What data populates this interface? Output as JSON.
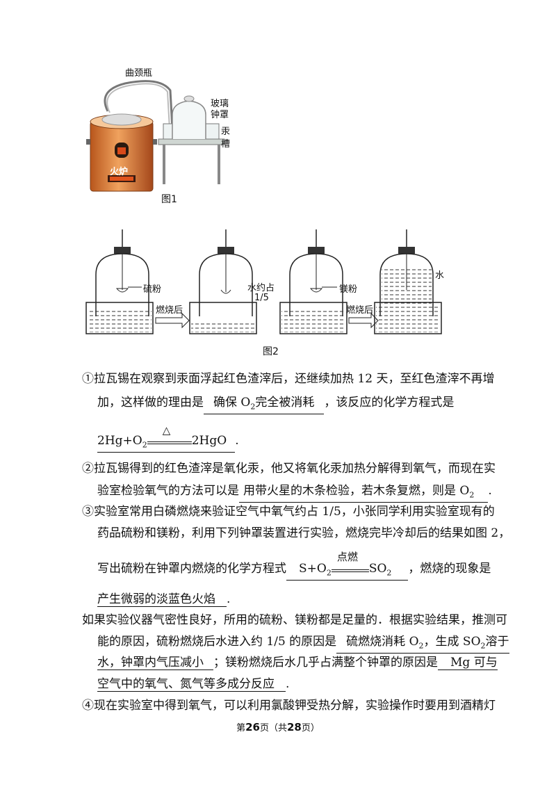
{
  "figure1": {
    "caption": "图1",
    "label_retort": "曲颈瓶",
    "label_bell_1": "玻璃",
    "label_bell_2": "钟罩",
    "label_trough_1": "汞",
    "label_trough_2": "槽",
    "label_furnace": "火炉"
  },
  "figure2": {
    "caption": "图2",
    "label_sulfur": "硫粉",
    "label_after_burn_1": "燃烧后",
    "label_water_fifth_1": "水约占",
    "label_water_fifth_2": "1/5",
    "label_mg": "镁粉",
    "label_after_burn_2": "燃烧后",
    "label_water": "水"
  },
  "q1": {
    "num": "①",
    "line1": "拉瓦锡在观察到汞面浮起红色渣滓后，还继续加热 12 天，至红色渣滓不再增",
    "line2_pre": "加，这样做的理由是",
    "line2_ans": "确保 O",
    "line2_ans_sub": "2",
    "line2_ans_post": "完全被消耗",
    "line2_post": "，该反应的化学方程式是",
    "eq_left": "2Hg+O",
    "eq_left_sub": "2",
    "eq_cond": "△",
    "eq_right": "2HgO",
    "eq_end": "."
  },
  "q2": {
    "num": "②",
    "line1": "拉瓦锡得到的红色渣滓是氧化汞，他又将氧化汞加热分解得到氧气，而现在实",
    "line2_pre": "验室检验氧气的方法可以是",
    "line2_ans": "用带火星的木条检验，若木条复燃，则是 O",
    "line2_ans_sub": "2",
    "line2_end": "."
  },
  "q3": {
    "num": "③",
    "line1": "实验室常用白磷燃烧来验证空气中氧气约占 1/5，小张同学利用实验室现有的",
    "line2": "药品硫粉和镁粉，利用下列钟罩装置进行实验，燃烧完毕冷却后的结果如图 2，",
    "line3_pre": "写出硫粉在钟罩内燃烧的化学方程式",
    "eq_left": "S+O",
    "eq_left_sub": "2",
    "eq_cond": "点燃",
    "eq_right": "SO",
    "eq_right_sub": "2",
    "line3_post": "，燃烧的现象是",
    "line4_ans": "产生微弱的淡蓝色火焰",
    "line4_end": "."
  },
  "q3b": {
    "line1": "如果实验仪器气密性良好，所用的硫粉、镁粉都是足量的．根据实验结果，推测可",
    "line2_pre": "能的原因，硫粉燃烧后水进入约 1/5 的原因是",
    "line2_ans_a": "硫燃烧消耗 O",
    "line2_ans_a_sub": "2",
    "line2_ans_b": "，生成 SO",
    "line2_ans_b_sub": "2",
    "line2_ans_c": "溶于",
    "line3_ans": "水，钟罩内气压减小",
    "line3_mid": "；镁粉燃烧后水几乎占满整个钟罩的原因是",
    "line3_ans2": "Mg 可与",
    "line4_ans": "空气中的氧气、氮气等多成分反应",
    "line4_end": "."
  },
  "q4": {
    "num": "④",
    "line1": "现在实验室中得到氧气，可以利用氯酸钾受热分解，实验操作时要用到酒精灯"
  },
  "footer": {
    "pre": "第",
    "page": "26",
    "mid": "页（共",
    "total": "28",
    "post": "页）"
  }
}
